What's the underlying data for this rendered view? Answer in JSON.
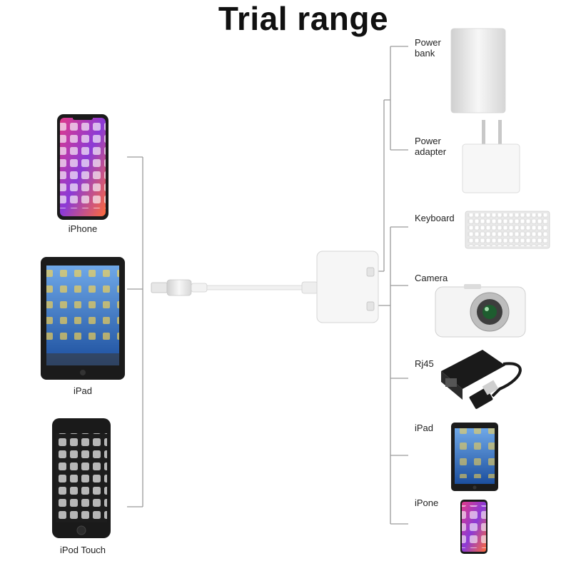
{
  "title": "Trial range",
  "left_devices": [
    {
      "name": "iphone",
      "label": "iPhone"
    },
    {
      "name": "ipad",
      "label": "iPad"
    },
    {
      "name": "ipod-touch",
      "label": "iPod Touch"
    }
  ],
  "right_devices": [
    {
      "name": "power-bank",
      "label": "Power\nbank"
    },
    {
      "name": "power-adapter",
      "label": "Power\nadapter"
    },
    {
      "name": "keyboard",
      "label": "Keyboard"
    },
    {
      "name": "camera",
      "label": "Camera"
    },
    {
      "name": "rj45",
      "label": "Rj45"
    },
    {
      "name": "ipad-right",
      "label": "iPad"
    },
    {
      "name": "iphone-right",
      "label": "iPone"
    }
  ],
  "colors": {
    "connector_line": "#9a9a9a",
    "device_black": "#1a1a1a",
    "device_white": "#f3f3f3",
    "screen_blue": "#2f6fc4",
    "text": "#222222"
  }
}
